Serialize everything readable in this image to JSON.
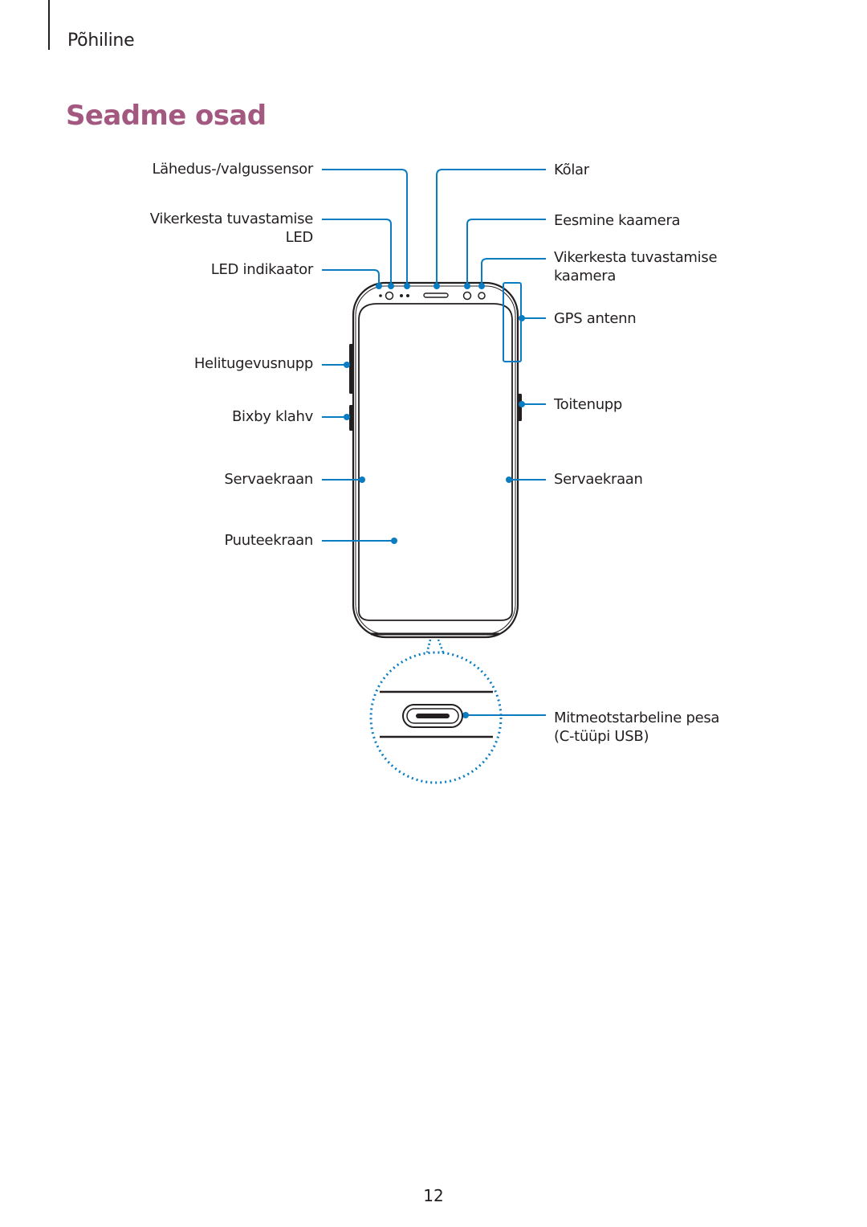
{
  "header": {
    "section": "Põhiline",
    "title": "Seadme osad"
  },
  "labels_left": {
    "proximity_sensor": "Lähedus-/valgussensor",
    "iris_led_line1": "Vikerkesta tuvastamise",
    "iris_led_line2": "LED",
    "led_indicator": "LED indikaator",
    "volume_key": "Helitugevusnupp",
    "bixby_key": "Bixby klahv",
    "edge_screen": "Servaekraan",
    "touchscreen": "Puuteekraan"
  },
  "labels_right": {
    "speaker": "Kõlar",
    "front_camera": "Eesmine kaamera",
    "iris_camera_line1": "Vikerkesta tuvastamise",
    "iris_camera_line2": "kaamera",
    "gps_antenna": "GPS antenn",
    "power_key": "Toitenupp",
    "edge_screen": "Servaekraan",
    "usb_line1": "Mitmeotstarbeline pesa",
    "usb_line2": "(C-tüüpi USB)"
  },
  "footer": {
    "page_number": "12"
  },
  "colors": {
    "accent": "#a3587f",
    "callout": "#0a7dc2",
    "text": "#231f20"
  }
}
